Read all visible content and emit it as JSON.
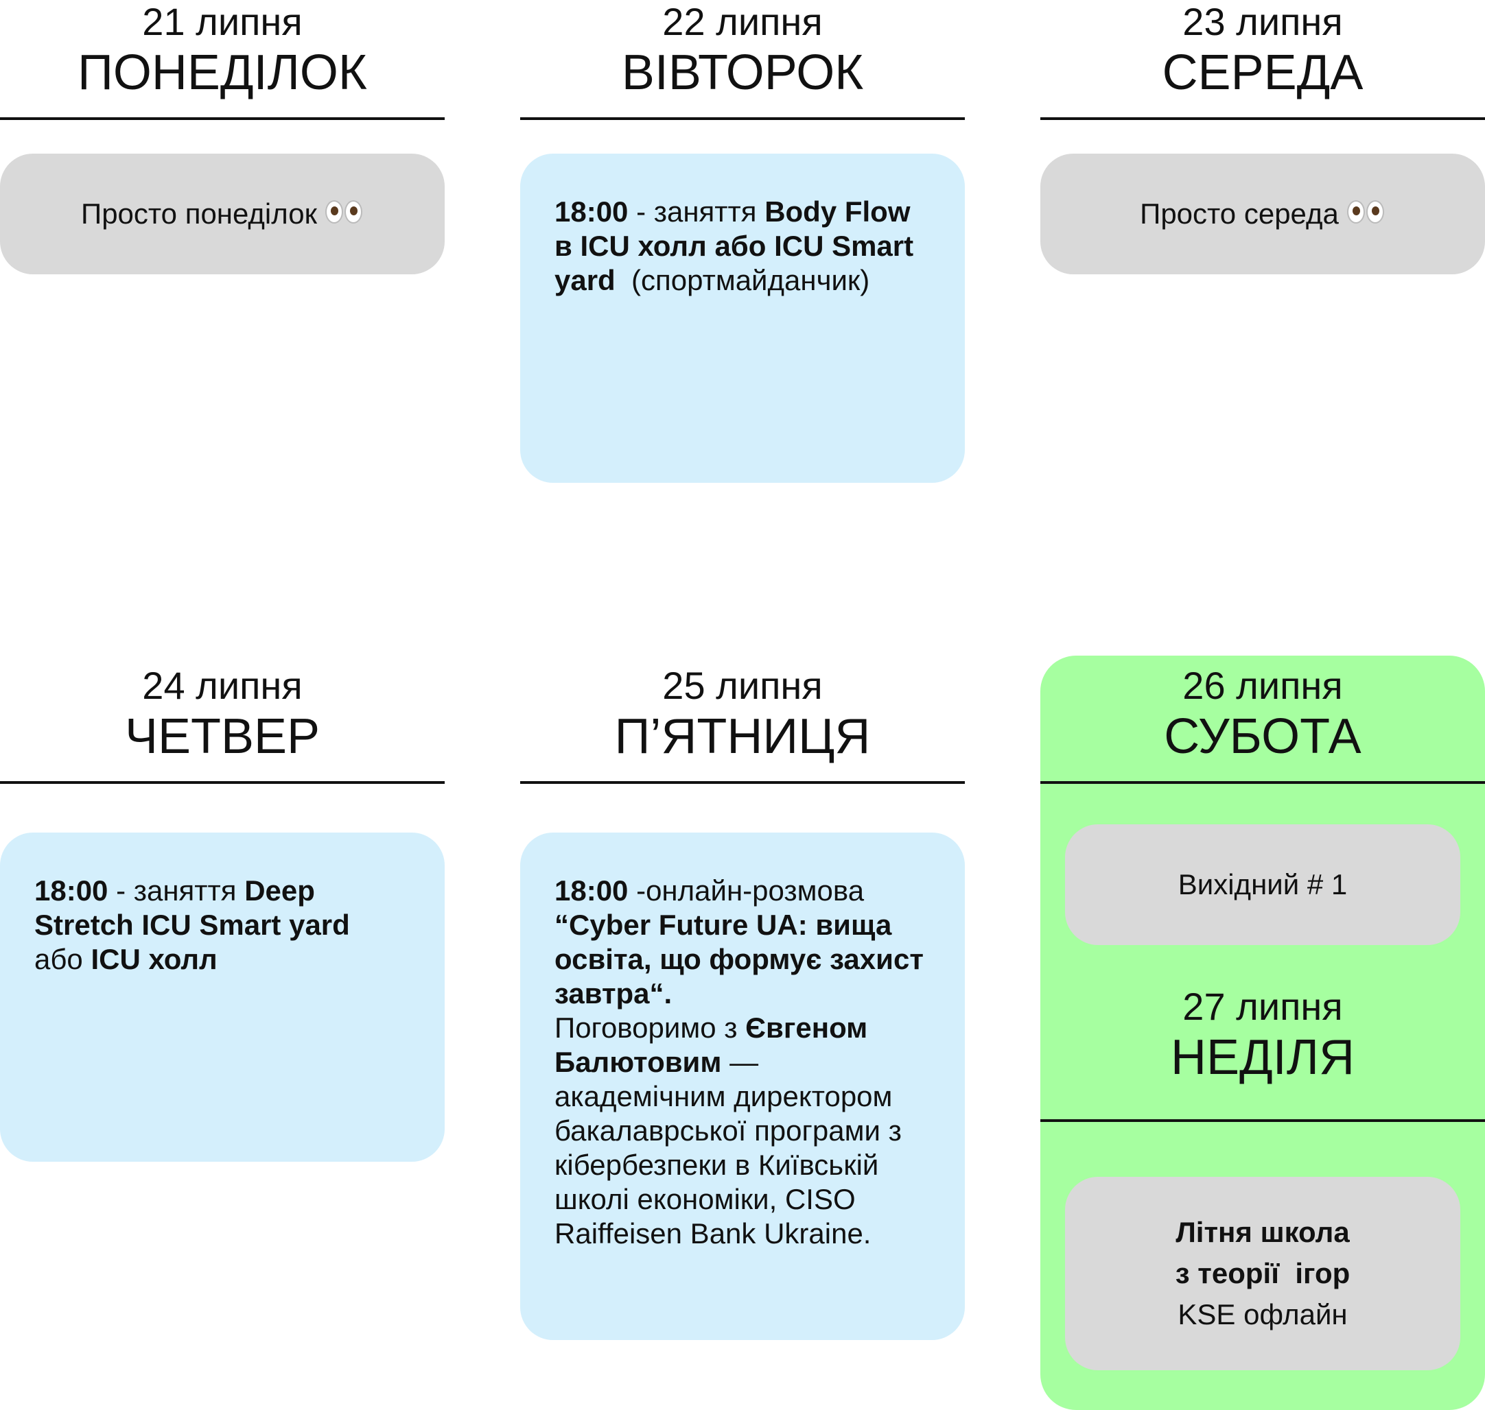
{
  "days": {
    "mon": {
      "date": "21 липня",
      "name": "ПОНЕДІЛОК",
      "note": "Просто понеділок"
    },
    "tue": {
      "date": "22 липня",
      "name": "ВІВТОРОК",
      "ev_time": "18:00",
      "ev_sep": " - заняття ",
      "ev_title": "Body Flow в ICU холл або ICU Smart yard",
      "ev_note": "  (спортмайданчик)"
    },
    "wed": {
      "date": "23 липня",
      "name": "СЕРЕДА",
      "note": "Просто середа"
    },
    "thu": {
      "date": "24 липня",
      "name": "ЧЕТВЕР",
      "ev_time": "18:00",
      "ev_sep": " - заняття ",
      "ev_title": "Deep Stretch ICU Smart yard",
      "ev_or": " або ",
      "ev_place": "ICU холл"
    },
    "fri": {
      "date": "25 липня",
      "name": "П’ЯТНИЦЯ",
      "ev_time": "18:00",
      "ev_sep": " -онлайн-розмова ",
      "ev_title": "“Cyber Future UA: вища освіта, що формує захист завтра“.",
      "ev_intro": "Поговоримо з ",
      "ev_speaker": "Євгеном Балютовим",
      "ev_desc": " — академічним директором бакалаврської програми з кібербезпеки в Київській школі економіки, CISO Raiffeisen Bank Ukraine."
    },
    "sat": {
      "date": "26 липня",
      "name": "СУБОТА",
      "note": "Вихідний # 1"
    },
    "sun": {
      "date": "27 липня",
      "name": "НЕДІЛЯ",
      "ev_line1": "Літня школа",
      "ev_line2": "з теорії  ігор",
      "ev_line3": "KSE офлайн"
    }
  },
  "colors": {
    "grey_card": "#d9d9d9",
    "blue_card": "#d4effc",
    "weekend_panel": "#a6ffa0"
  },
  "icons": {
    "eyes": "eyes-emoji"
  }
}
